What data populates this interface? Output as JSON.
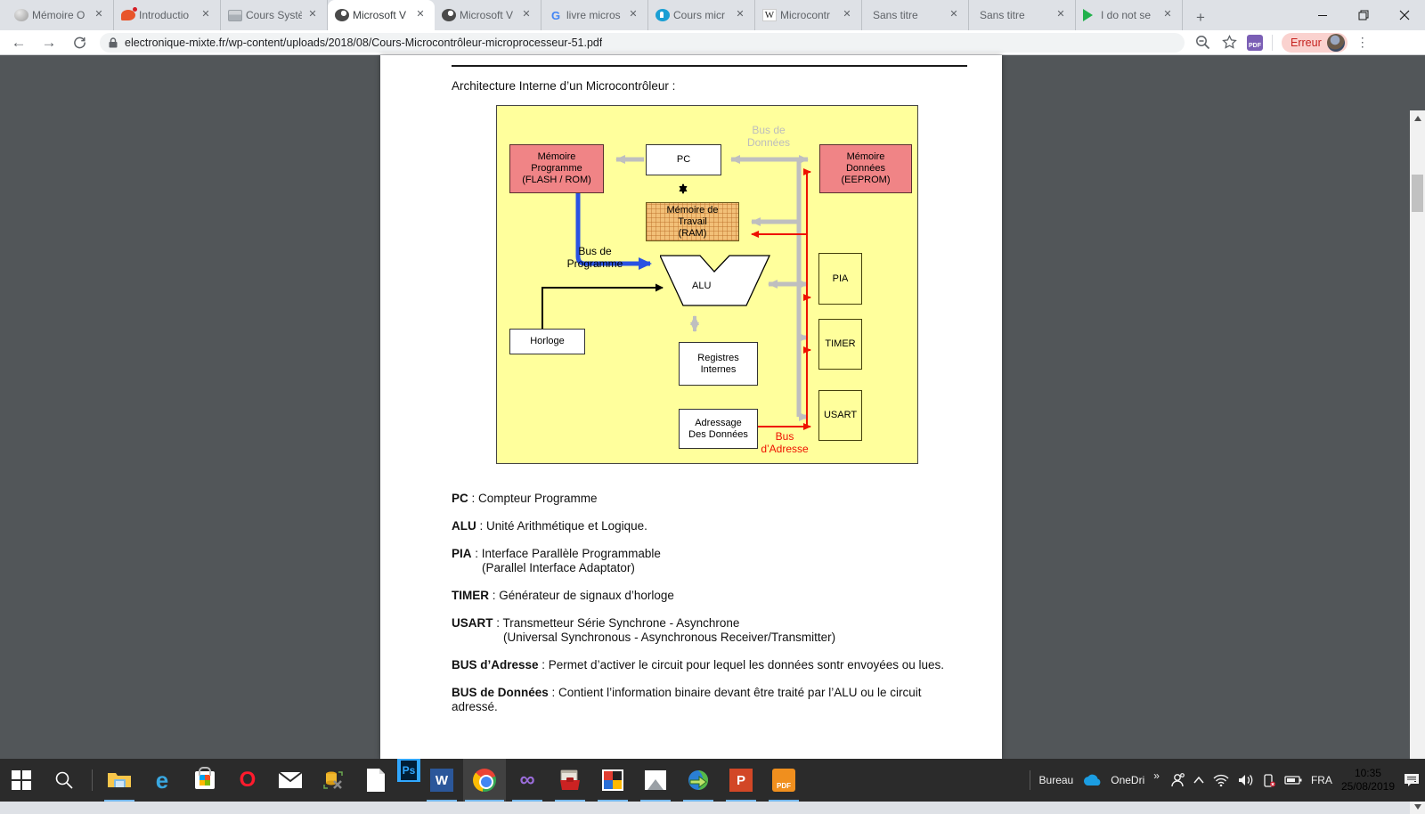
{
  "browser": {
    "tabs": [
      {
        "title": "Mémoire O",
        "icon": "sphere-gray",
        "active": false
      },
      {
        "title": "Introductio",
        "icon": "orange-person",
        "active": false
      },
      {
        "title": "Cours Systè",
        "icon": "gray-figure",
        "active": false
      },
      {
        "title": "Microsoft V",
        "icon": "dark-globe",
        "active": true
      },
      {
        "title": "Microsoft V",
        "icon": "dark-globe",
        "active": false
      },
      {
        "title": "livre micros",
        "icon": "google-g",
        "active": false
      },
      {
        "title": "Cours micr",
        "icon": "blue-pin",
        "active": false
      },
      {
        "title": "Microcontr",
        "icon": "wikipedia-w",
        "active": false
      },
      {
        "title": "Sans titre",
        "icon": "none",
        "active": false
      },
      {
        "title": "Sans titre",
        "icon": "none",
        "active": false
      },
      {
        "title": "I do not se",
        "icon": "green-play",
        "active": false
      }
    ],
    "toolbar": {
      "url": "electronique-mixte.fr/wp-content/uploads/2018/08/Cours-Microcontrôleur-microprocesseur-51.pdf",
      "profile_label": "Erreur",
      "icons": [
        "back-arrow",
        "forward-arrow",
        "reload",
        "lock",
        "zoom-out-search",
        "bookmark-star",
        "pdf-viewer",
        "profile-error",
        "menu-dots"
      ]
    }
  },
  "pdf": {
    "doc_title": "Architecture Interne d’un Microcontrôleur :",
    "diagram": {
      "background_color": "#ffff9c",
      "box_colors": {
        "memory": "#f08486",
        "ram": "#f2c078",
        "plain": "#ffffff"
      },
      "bus_colors": {
        "data_bus": "#bfbfbf",
        "address_bus": "#ee1100",
        "program_bus": "#2952e3"
      },
      "boxes": {
        "mem_prog": "Mémoire\nProgramme\n(FLASH / ROM)",
        "pc": "PC",
        "mem_data": "Mémoire\nDonnées\n(EEPROM)",
        "ram": "Mémoire de\nTravail\n(RAM)",
        "alu": "ALU",
        "horloge": "Horloge",
        "registres": "Registres\nInternes",
        "adressage": "Adressage\nDes Données",
        "pia": "PIA",
        "timer": "TIMER",
        "usart": "USART"
      },
      "labels": {
        "bus_donnees": "Bus de\nDonnées",
        "bus_programme": "Bus de\nProgramme",
        "bus_adresse": "Bus\nd’Adresse"
      }
    },
    "definitions": [
      {
        "term": "PC",
        "desc": " : Compteur Programme",
        "line2": ""
      },
      {
        "term": "ALU",
        "desc": " : Unité Arithmétique et Logique.",
        "line2": ""
      },
      {
        "term": "PIA",
        "desc": " : Interface Parallèle Programmable",
        "line2": "(Parallel Interface Adaptator)"
      },
      {
        "term": "TIMER",
        "desc": " : Générateur de signaux d’horloge",
        "line2": ""
      },
      {
        "term": "USART",
        "desc": " : Transmetteur  Série  Synchrone - Asynchrone",
        "line2": "(Universal Synchronous - Asynchronous Receiver/Transmitter)"
      },
      {
        "term": "BUS d’Adresse",
        "desc": " : Permet d’activer le circuit pour lequel les données sontr envoyées ou lues.",
        "line2": ""
      },
      {
        "term": "BUS de Données",
        "desc": " : Contient l’information binaire devant être traité par l’ALU ou le circuit",
        "line2": "adressé."
      }
    ]
  },
  "taskbar": {
    "apps": [
      {
        "id": "win",
        "name": "start-button",
        "glyph": "",
        "running": false,
        "active": false
      },
      {
        "id": "search",
        "name": "search-button",
        "glyph": "",
        "running": false,
        "active": false
      },
      {
        "id": "sep",
        "name": "taskbar-separator",
        "glyph": "",
        "running": false,
        "active": false
      },
      {
        "id": "explorer",
        "name": "file-explorer-icon",
        "glyph": "",
        "running": true,
        "active": false
      },
      {
        "id": "edge",
        "name": "edge-icon",
        "glyph": "e",
        "running": false,
        "active": false
      },
      {
        "id": "store",
        "name": "microsoft-store-icon",
        "glyph": "",
        "running": false,
        "active": false
      },
      {
        "id": "opera",
        "name": "opera-icon",
        "glyph": "O",
        "running": false,
        "active": false
      },
      {
        "id": "mail",
        "name": "mail-icon",
        "glyph": "",
        "running": false,
        "active": false
      },
      {
        "id": "tools",
        "name": "database-tools-icon",
        "glyph": "",
        "running": false,
        "active": false
      },
      {
        "id": "notepad",
        "name": "notepad-icon",
        "glyph": "",
        "running": false,
        "active": false
      },
      {
        "id": "ps",
        "name": "photoshop-icon",
        "glyph": "Ps",
        "running": false,
        "active": false
      },
      {
        "id": "word",
        "name": "word-icon",
        "glyph": "W",
        "running": true,
        "active": false
      },
      {
        "id": "chrome",
        "name": "chrome-icon",
        "glyph": "",
        "running": true,
        "active": true
      },
      {
        "id": "vs",
        "name": "visual-studio-icon",
        "glyph": "∞",
        "running": true,
        "active": false
      },
      {
        "id": "toolbox",
        "name": "toolbox-icon",
        "glyph": "",
        "running": true,
        "active": false
      },
      {
        "id": "grid",
        "name": "collage-app-icon",
        "glyph": "",
        "running": true,
        "active": false
      },
      {
        "id": "photos",
        "name": "photos-icon",
        "glyph": "",
        "running": true,
        "active": false
      },
      {
        "id": "idm",
        "name": "download-manager-icon",
        "glyph": "",
        "running": true,
        "active": false
      },
      {
        "id": "ppt",
        "name": "powerpoint-icon",
        "glyph": "P",
        "running": true,
        "active": false
      },
      {
        "id": "pdf",
        "name": "foxit-pdf-icon",
        "glyph": "PDF",
        "running": true,
        "active": false
      }
    ],
    "tray": {
      "desktop_label": "Bureau",
      "onedrive_label": "OneDri",
      "overflow_chevron": "»",
      "language": "FRA",
      "time": "10:35",
      "date": "25/08/2019"
    }
  }
}
